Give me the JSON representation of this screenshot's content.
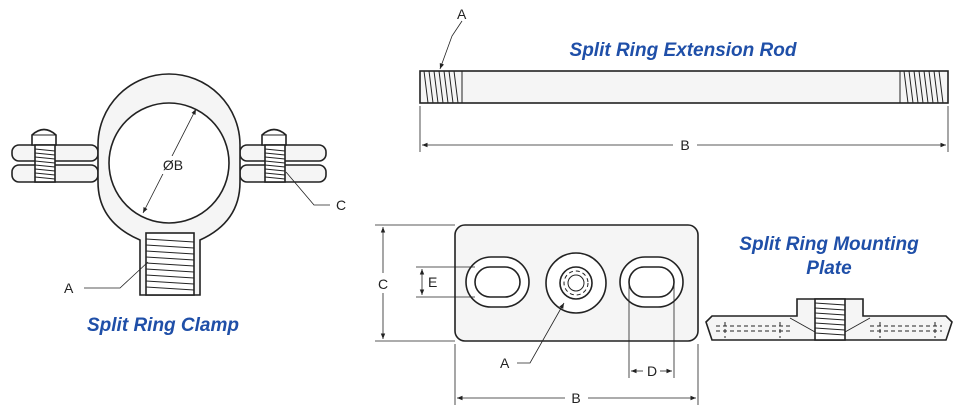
{
  "clamp": {
    "title": "Split Ring Clamp",
    "label_diameter": "ØB",
    "label_a": "A",
    "label_c": "C"
  },
  "rod": {
    "title": "Split Ring Extension Rod",
    "label_a": "A",
    "label_b": "B"
  },
  "plate": {
    "title_line1": "Split Ring Mounting",
    "title_line2": "Plate",
    "label_a": "A",
    "label_b": "B",
    "label_c": "C",
    "label_d": "D",
    "label_e": "E"
  },
  "colors": {
    "title": "#1f4fa8",
    "line": "#222222"
  }
}
